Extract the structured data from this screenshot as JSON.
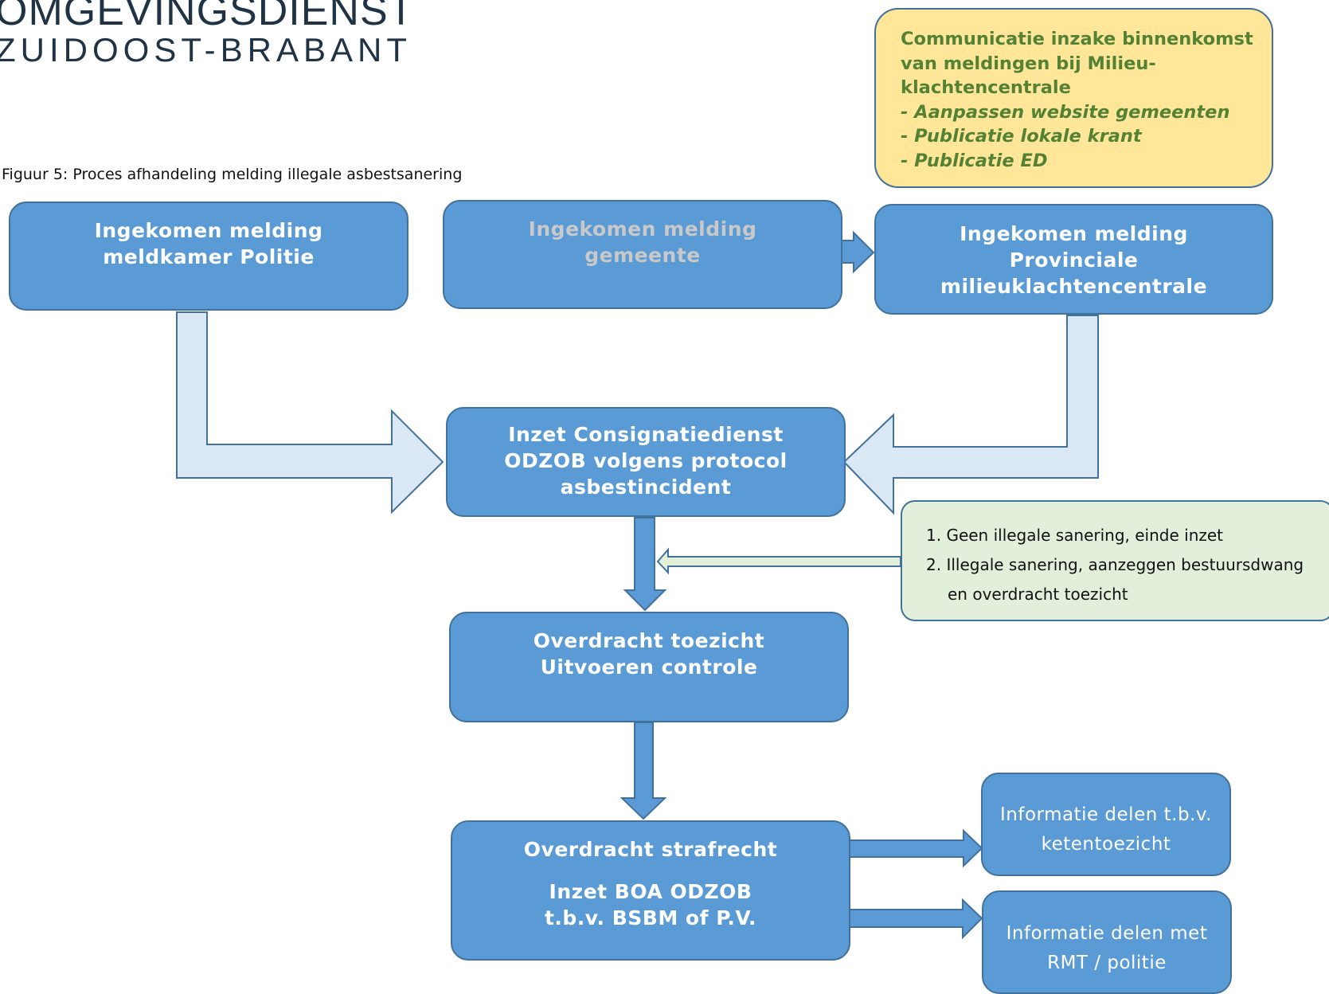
{
  "logo": {
    "line1": "OMGEVINGSDIENST",
    "line2": "ZUIDOOST-BRABANT"
  },
  "caption": "Figuur 5: Proces afhandeling melding illegale asbestsanering",
  "communication_note": {
    "heading_lines": [
      "Communicatie inzake binnenkomst",
      "van meldingen bij Milieu-",
      "klachtencentrale"
    ],
    "items": [
      "- Aanpassen website gemeenten",
      "- Publicatie lokale krant",
      "- Publicatie ED"
    ]
  },
  "boxes": {
    "politie": [
      "Ingekomen melding",
      "meldkamer Politie"
    ],
    "gemeente": [
      "Ingekomen melding",
      "gemeente"
    ],
    "provinciale": [
      "Ingekomen melding",
      "Provinciale",
      "milieuklachtencentrale"
    ],
    "consignatie": [
      "Inzet Consignatiedienst",
      "ODZOB volgens protocol",
      "asbestincident"
    ],
    "toezicht": [
      "Overdracht toezicht",
      "Uitvoeren controle"
    ],
    "strafrecht_title": "Overdracht strafrecht",
    "strafrecht_body": [
      "Inzet BOA ODZOB",
      "t.b.v. BSBM of P.V."
    ],
    "keten": [
      "Informatie delen t.b.v.",
      "ketentoezicht"
    ],
    "rmt": [
      "Informatie delen met",
      "RMT / politie"
    ]
  },
  "outcome_note": {
    "item1": "1. Geen illegale sanering, einde inzet",
    "item2_line1": "2. Illegale sanering, aanzeggen bestuursdwang",
    "item2_line2": "en overdracht toezicht"
  },
  "colors": {
    "box_fill": "#5b9bd5",
    "box_border": "#41719c",
    "light_arrow": "#dae8f5",
    "yellow_note": "#ffe699",
    "green_note": "#e2efda",
    "green_text": "#548235",
    "dim_text": "#c9c9c9"
  }
}
